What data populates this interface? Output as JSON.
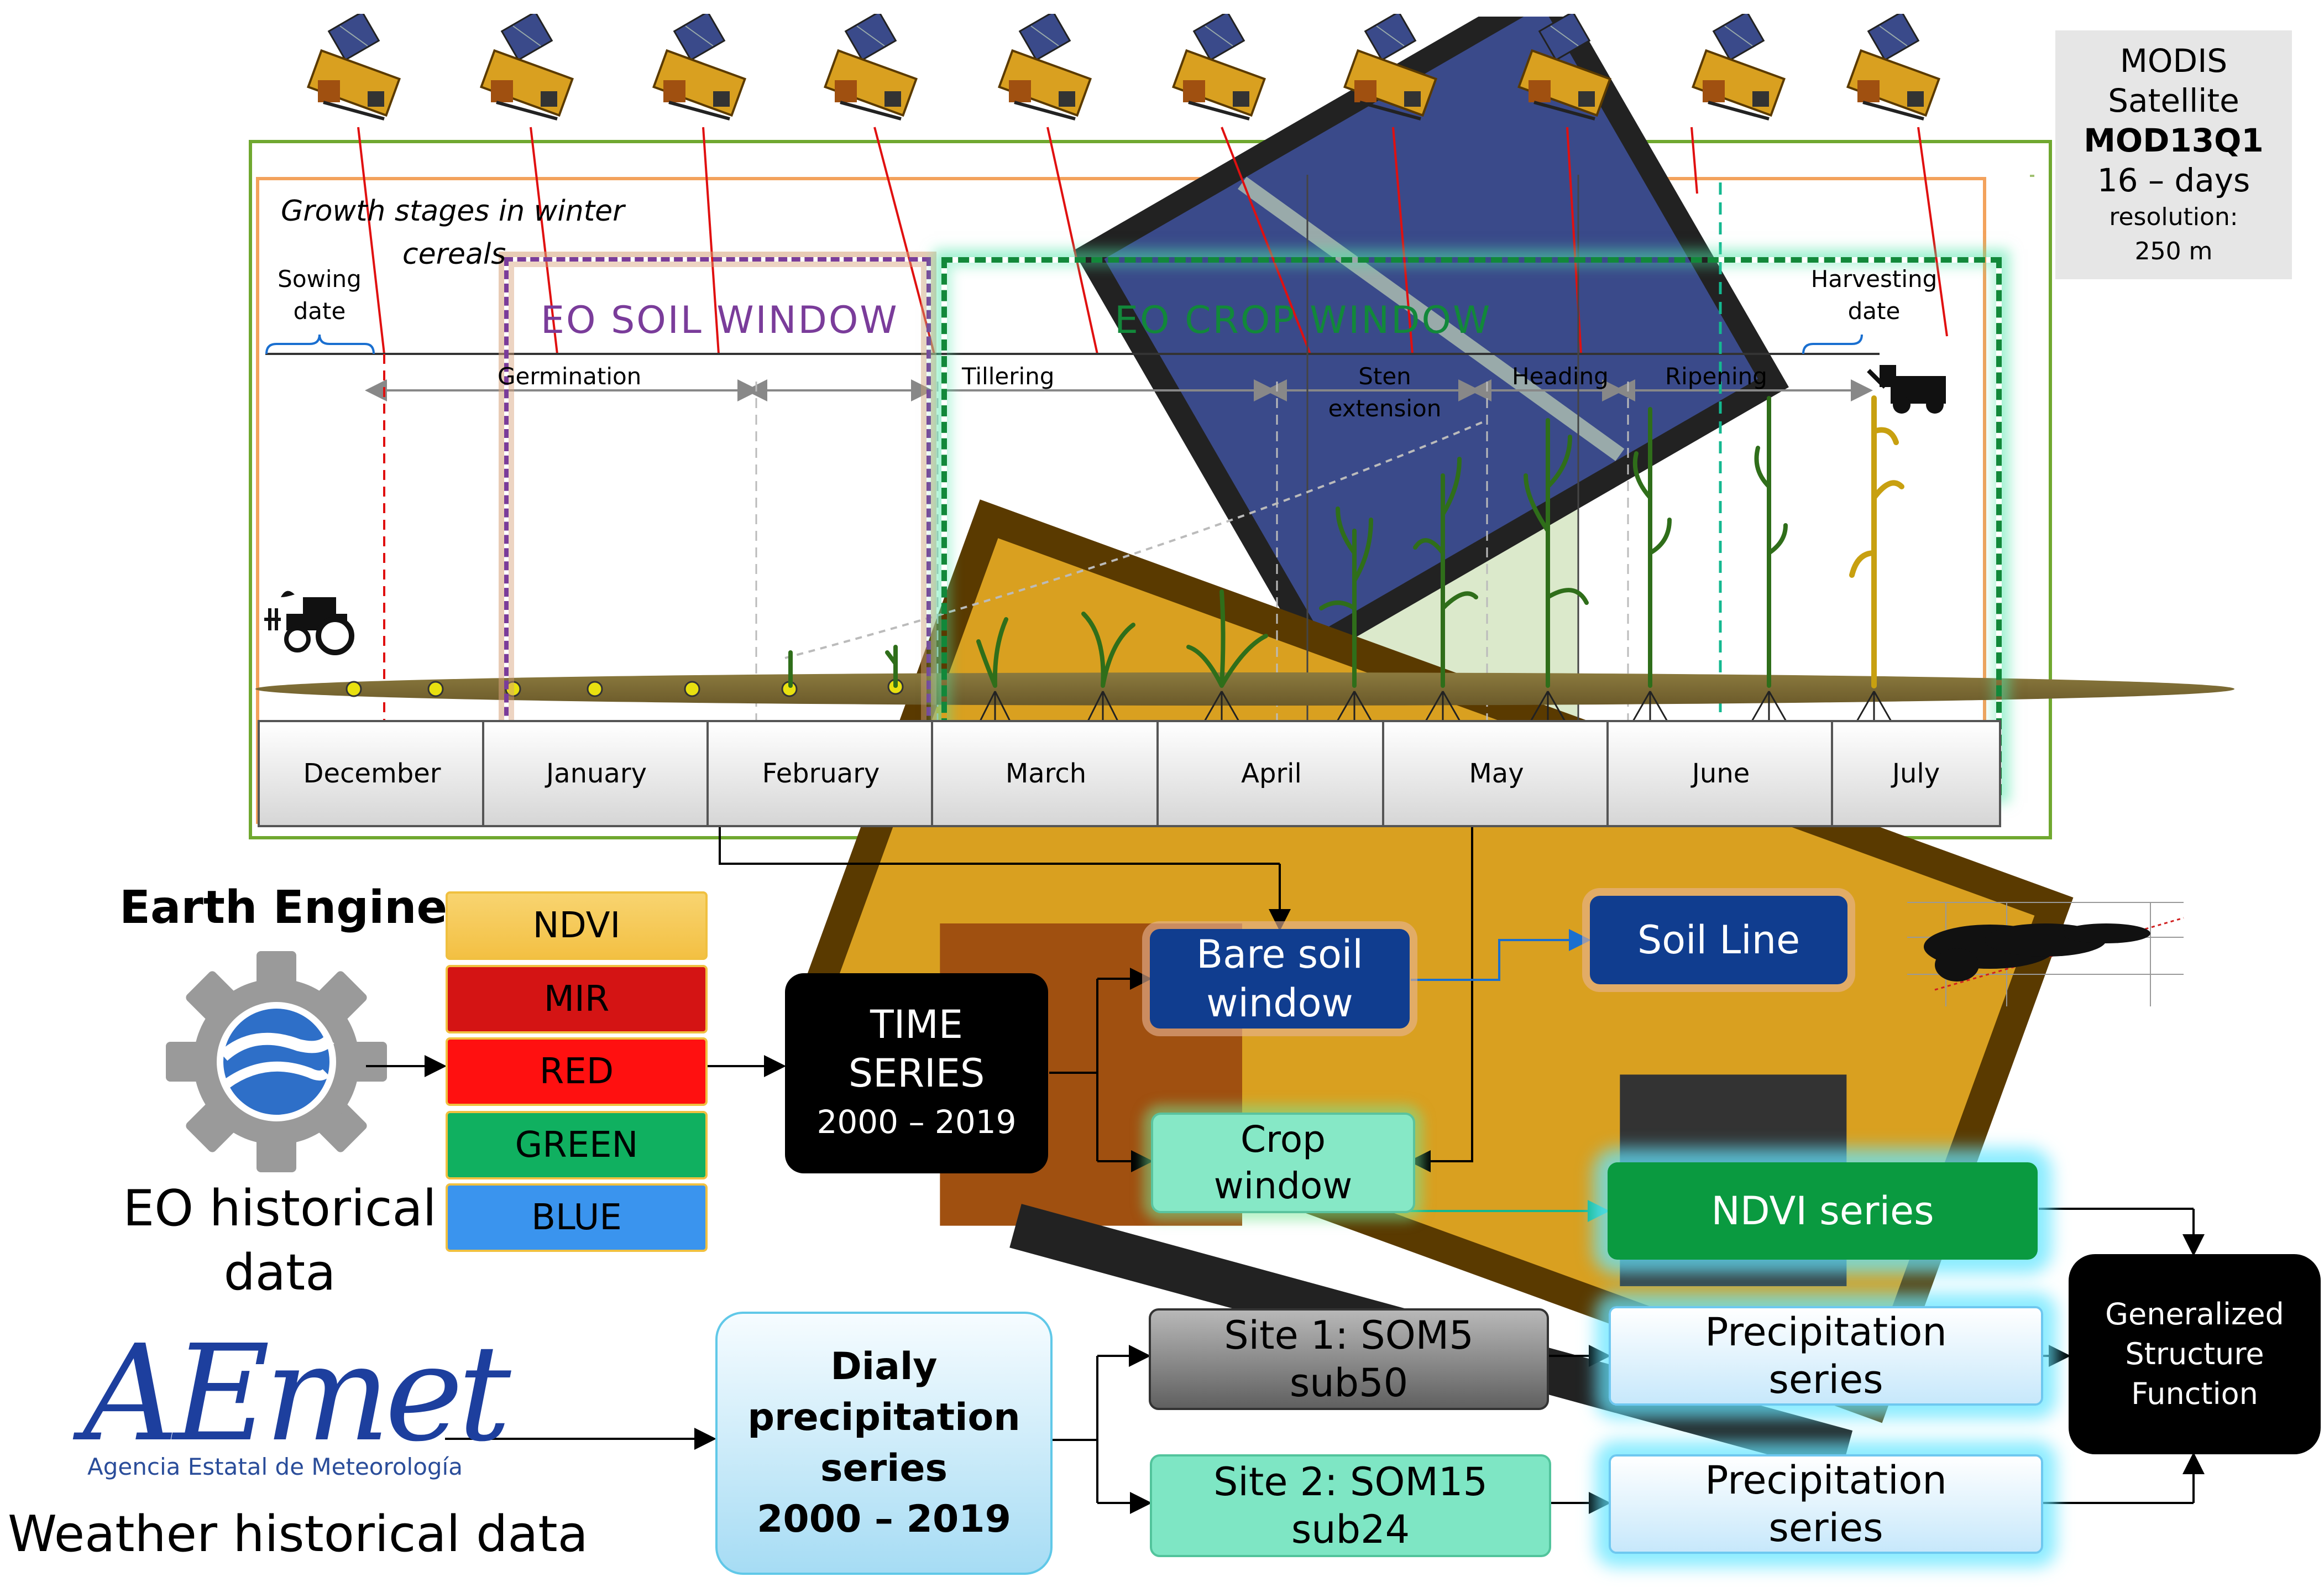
{
  "modis": {
    "line1": "MODIS",
    "line2": "Satellite",
    "product": "MOD13Q1",
    "period": "16 – days",
    "res_label": "resolution:",
    "res_value": "250 m"
  },
  "timeline": {
    "title_line1": "Growth stages in winter",
    "title_line2": "cereals",
    "sowing": [
      "Sowing",
      "date"
    ],
    "harvesting": [
      "Harvesting",
      "date"
    ],
    "soil_window_title": "EO SOIL WINDOW",
    "crop_window_title": "EO CROP WINDOW",
    "stages": {
      "germination": "Germination",
      "tillering": "Tillering",
      "stem_line1": "Sten",
      "stem_line2": "extension",
      "heading": "Heading",
      "ripening": "Ripening"
    },
    "months": [
      "December",
      "January",
      "February",
      "March",
      "April",
      "May",
      "June",
      "July"
    ]
  },
  "earth_engine": {
    "title": "Earth Engine",
    "caption_line1": "EO historical",
    "caption_line2": "data"
  },
  "bands": [
    {
      "label": "NDVI",
      "color": "#f3c043"
    },
    {
      "label": "MIR",
      "color": "#d41414"
    },
    {
      "label": "RED",
      "color": "#ff1010"
    },
    {
      "label": "GREEN",
      "color": "#10b060"
    },
    {
      "label": "BLUE",
      "color": "#3a94ee"
    }
  ],
  "time_series": {
    "line1": "TIME",
    "line2": "SERIES",
    "years": "2000 – 2019"
  },
  "bare_soil": {
    "line1": "Bare soil",
    "line2": "window"
  },
  "soil_line": "Soil Line",
  "crop_window_box": {
    "line1": "Crop",
    "line2": "window"
  },
  "ndvi_series": "NDVI series",
  "aemet": {
    "logo_text": "AEmet",
    "subtitle": "Agencia Estatal de Meteorología",
    "caption": "Weather historical data"
  },
  "daily_precip": {
    "line1": "Dialy",
    "line2": "precipitation",
    "line3": "series",
    "line4": "2000 – 2019"
  },
  "site1": {
    "line1": "Site 1: SOM5",
    "line2": "sub50"
  },
  "site2": {
    "line1": "Site 2: SOM15",
    "line2": "sub24"
  },
  "precip_series": {
    "line1": "Precipitation",
    "line2": "series"
  },
  "gsf": {
    "line1": "Generalized",
    "line2": "Structure",
    "line3": "Function"
  }
}
